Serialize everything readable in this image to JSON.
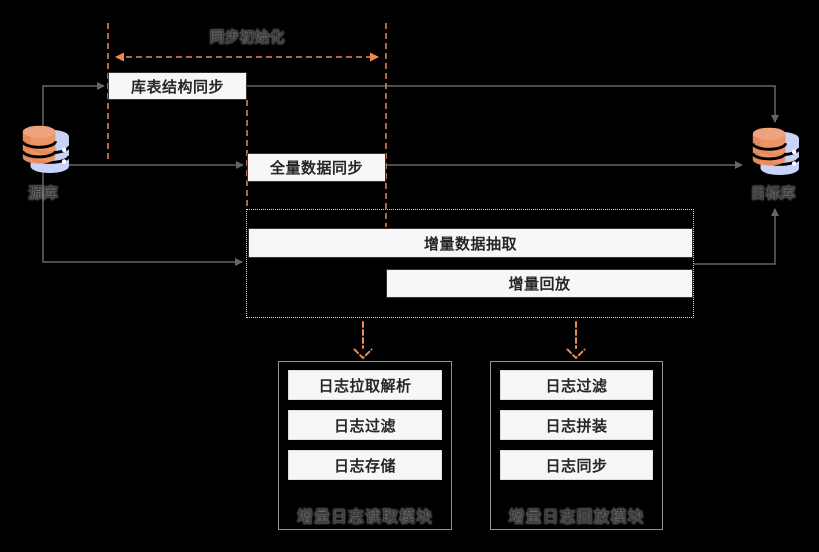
{
  "diagram": {
    "title_region": {
      "label": "同步初始化"
    },
    "source_db": {
      "label": "源库"
    },
    "target_db": {
      "label": "目标库"
    },
    "steps": {
      "schema_sync": "库表结构同步",
      "full_sync": "全量数据同步",
      "incr_extract": "增量数据抽取",
      "incr_replay": "增量回放"
    },
    "modules": [
      {
        "name": "增量日志读取模块",
        "items": [
          "日志拉取解析",
          "日志过滤",
          "日志存储"
        ]
      },
      {
        "name": "增量日志回放模块",
        "items": [
          "日志过滤",
          "日志拼装",
          "日志同步"
        ]
      }
    ],
    "icons": [
      "database-icon",
      "dashed-arrow-down-icon",
      "arrow-icon"
    ],
    "colors": {
      "accent_orange": "#ED8A4E",
      "line_gray": "#666666",
      "box_fill": "#F7F7F7",
      "box_border": "#333333",
      "box_text": "#262626",
      "dotted_border": "#DADADA",
      "module_border": "#919191",
      "label_text": "#3A3A3A",
      "background": "#000000",
      "db_blue": "#C9D3FA",
      "db_orange": "#F0915F"
    }
  }
}
